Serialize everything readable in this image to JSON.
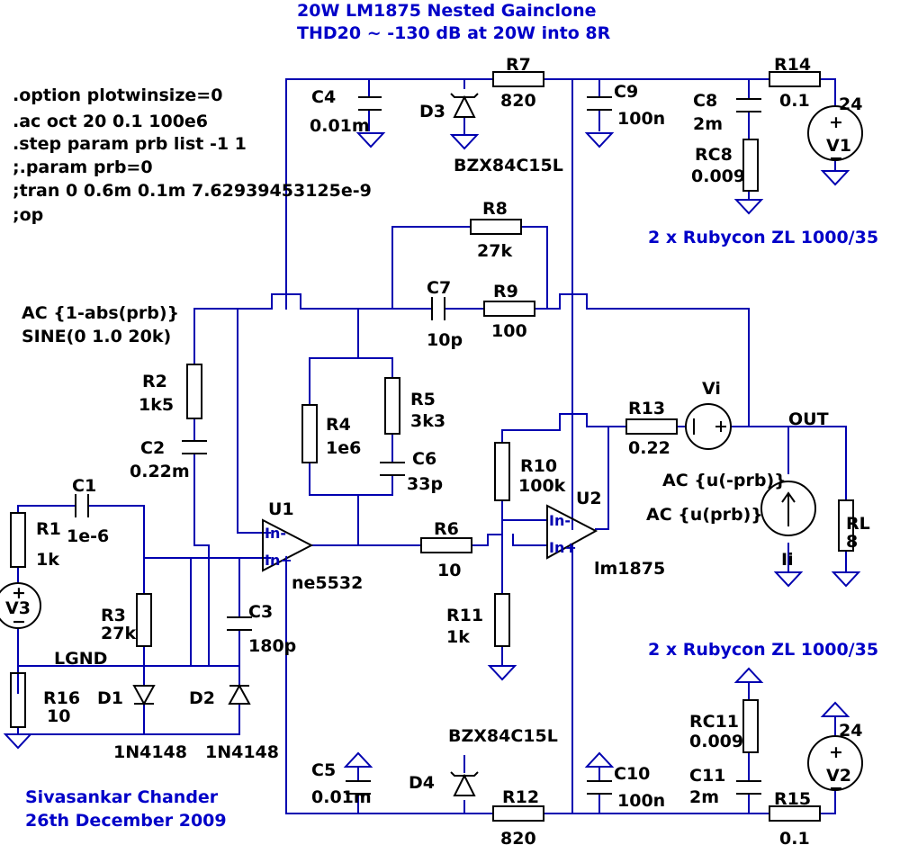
{
  "title": {
    "line1": "20W LM1875 Nested Gainclone",
    "line2": "THD20 ~ -130 dB at 20W into 8R"
  },
  "directives": [
    ".option plotwinsize=0",
    ".ac oct 20 0.1 100e6",
    ".step param prb list -1 1",
    ";.param prb=0",
    ";tran 0 0.6m 0.1m 7.62939453125e-9",
    ";op"
  ],
  "source_text": {
    "ac": "AC {1-abs(prb)}",
    "sine": "SINE(0 1.0 20k)"
  },
  "probe_text": {
    "vi_ac": "AC {u(-prb)}",
    "ii_ac": "AC {u(prb)}"
  },
  "notes": {
    "caps_top": "2 x Rubycon ZL 1000/35",
    "caps_bottom": "2 x Rubycon ZL 1000/35",
    "author": "Sivasankar Chander",
    "date": "26th December 2009"
  },
  "net_labels": {
    "out": "OUT",
    "lgnd": "LGND"
  },
  "components": {
    "R1": {
      "ref": "R1",
      "value": "1k"
    },
    "R2": {
      "ref": "R2",
      "value": "1k5"
    },
    "R3": {
      "ref": "R3",
      "value": "27k"
    },
    "R4": {
      "ref": "R4",
      "value": "1e6"
    },
    "R5": {
      "ref": "R5",
      "value": "3k3"
    },
    "R6": {
      "ref": "R6",
      "value": "10"
    },
    "R7": {
      "ref": "R7",
      "value": "820"
    },
    "R8": {
      "ref": "R8",
      "value": "27k"
    },
    "R9": {
      "ref": "R9",
      "value": "100"
    },
    "R10": {
      "ref": "R10",
      "value": "100k"
    },
    "R11": {
      "ref": "R11",
      "value": "1k"
    },
    "R12": {
      "ref": "R12",
      "value": "820"
    },
    "R13": {
      "ref": "R13",
      "value": "0.22"
    },
    "R14": {
      "ref": "R14",
      "value": "0.1"
    },
    "R15": {
      "ref": "R15",
      "value": "0.1"
    },
    "R16": {
      "ref": "R16",
      "value": "10"
    },
    "RL": {
      "ref": "RL",
      "value": "8"
    },
    "RC8": {
      "ref": "RC8",
      "value": "0.009"
    },
    "RC11": {
      "ref": "RC11",
      "value": "0.009"
    },
    "C1": {
      "ref": "C1",
      "value": "1e-6"
    },
    "C2": {
      "ref": "C2",
      "value": "0.22m"
    },
    "C3": {
      "ref": "C3",
      "value": "180p"
    },
    "C4": {
      "ref": "C4",
      "value": "0.01m"
    },
    "C5": {
      "ref": "C5",
      "value": "0.01m"
    },
    "C6": {
      "ref": "C6",
      "value": "33p"
    },
    "C7": {
      "ref": "C7",
      "value": "10p"
    },
    "C8": {
      "ref": "C8",
      "value": "2m"
    },
    "C9": {
      "ref": "C9",
      "value": "100n"
    },
    "C10": {
      "ref": "C10",
      "value": "100n"
    },
    "C11": {
      "ref": "C11",
      "value": "2m"
    },
    "D1": {
      "ref": "D1",
      "value": "1N4148"
    },
    "D2": {
      "ref": "D2",
      "value": "1N4148"
    },
    "D3": {
      "ref": "D3",
      "value": "BZX84C15L"
    },
    "D4": {
      "ref": "D4",
      "value": "BZX84C15L"
    },
    "V1": {
      "ref": "V1",
      "value": "24"
    },
    "V2": {
      "ref": "V2",
      "value": "24"
    },
    "V3": {
      "ref": "V3"
    },
    "Vi": {
      "ref": "Vi"
    },
    "Ii": {
      "ref": "Ii"
    },
    "U1": {
      "ref": "U1",
      "value": "ne5532"
    },
    "U2": {
      "ref": "U2",
      "value": "lm1875"
    }
  },
  "pins": {
    "inm": "In-",
    "inp": "In+",
    "plus": "+",
    "minus": "−"
  }
}
